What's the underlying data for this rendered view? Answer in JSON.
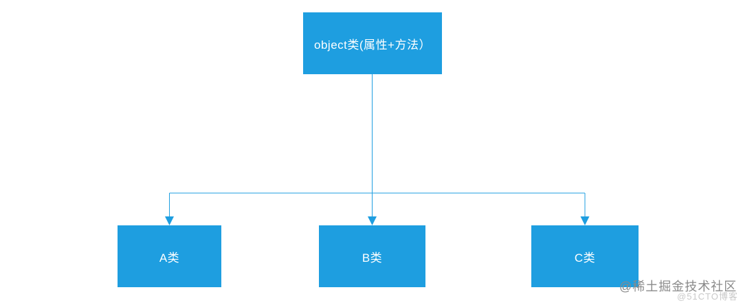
{
  "diagram": {
    "nodes": {
      "root": {
        "id": "object",
        "label": "object类(属性+方法）"
      },
      "a": {
        "id": "A",
        "label": "A类"
      },
      "b": {
        "id": "B",
        "label": "B类"
      },
      "c": {
        "id": "C",
        "label": "C类"
      }
    },
    "edges": [
      {
        "from": "object",
        "to": "A",
        "style": "elbow",
        "arrow": "target"
      },
      {
        "from": "object",
        "to": "B",
        "style": "straight",
        "arrow": "target"
      },
      {
        "from": "object",
        "to": "C",
        "style": "elbow",
        "arrow": "target"
      }
    ]
  },
  "watermarks": {
    "primary": "@稀土掘金技术社区",
    "secondary": "@51CTO博客"
  },
  "colors": {
    "node_fill": "#1e9ee0",
    "node_text": "#ffffff",
    "connector": "#1e9ee0",
    "background": "#ffffff",
    "watermark_primary": "#8a8a8a",
    "watermark_secondary": "#c9c9c9"
  }
}
